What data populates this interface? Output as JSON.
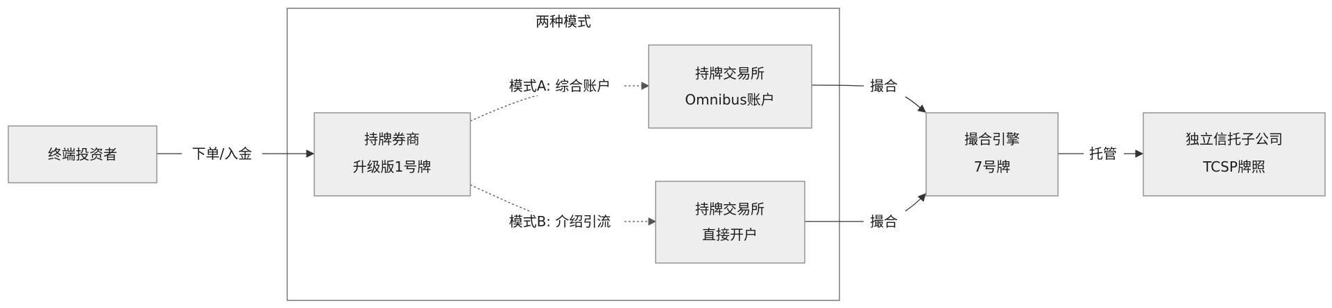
{
  "cluster": {
    "title": "两种模式"
  },
  "nodes": {
    "investor": {
      "lines": [
        "终端投资者"
      ]
    },
    "broker": {
      "lines": [
        "持牌券商",
        "升级版1号牌"
      ]
    },
    "exchange_omnibus": {
      "lines": [
        "持牌交易所",
        "Omnibus账户"
      ]
    },
    "exchange_direct": {
      "lines": [
        "持牌交易所",
        "直接开户"
      ]
    },
    "engine": {
      "lines": [
        "撮合引擎",
        "7号牌"
      ]
    },
    "trust": {
      "lines": [
        "独立信托子公司",
        "TCSP牌照"
      ]
    }
  },
  "edges": {
    "order": {
      "label": "下单/入金"
    },
    "mode_a": {
      "label": "模式A: 综合账户"
    },
    "mode_b": {
      "label": "模式B: 介绍引流"
    },
    "match_a": {
      "label": "撮合"
    },
    "match_b": {
      "label": "撮合"
    },
    "custody": {
      "label": "托管"
    }
  }
}
